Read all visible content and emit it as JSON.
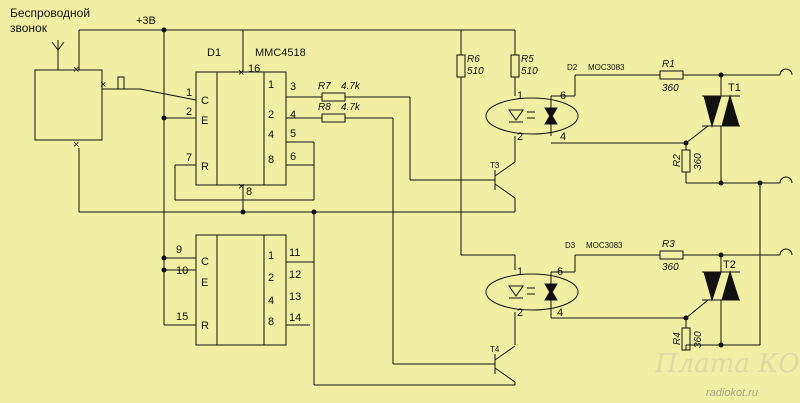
{
  "title_lines": [
    "Беспроводной",
    "звонок"
  ],
  "supply": "+3В",
  "d1": {
    "ref": "D1",
    "part": "ММС4518"
  },
  "chip1": {
    "pins_left": [
      "1",
      "2",
      "7"
    ],
    "pins_right": [
      "3",
      "4",
      "5",
      "8",
      "6"
    ],
    "pin_top": "16",
    "pin_bottom": "8",
    "funcs": [
      "C",
      "E",
      "R"
    ]
  },
  "chip2": {
    "pins_left": [
      "9",
      "10",
      "15"
    ],
    "pins_right": [
      "11",
      "12",
      "13",
      "14"
    ],
    "funcs": [
      "C",
      "E",
      "R"
    ],
    "right_labels": [
      "1",
      "2",
      "4",
      "8"
    ]
  },
  "resistors": {
    "r7": {
      "ref": "R7",
      "val": "4.7k"
    },
    "r8": {
      "ref": "R8",
      "val": "4.7k"
    },
    "r6": {
      "ref": "R6",
      "val": "510"
    },
    "r5": {
      "ref": "R5",
      "val": "510"
    },
    "r1": {
      "ref": "R1",
      "val": "360"
    },
    "r2": {
      "ref": "R2",
      "val": "360"
    },
    "r3": {
      "ref": "R3",
      "val": "360"
    },
    "r4": {
      "ref": "R4",
      "val": "360"
    }
  },
  "opto": {
    "d2": {
      "ref": "D2",
      "part": "MOC3083",
      "pins": [
        "1",
        "2",
        "6",
        "4"
      ]
    },
    "d3": {
      "ref": "D3",
      "part": "MOC3083",
      "pins": [
        "1",
        "2",
        "6",
        "4"
      ]
    }
  },
  "transistors": {
    "t3": "T3",
    "t4": "T4"
  },
  "triacs": {
    "t1": "T1",
    "t2": "T2"
  },
  "watermark": {
    "logo": "Плата КОТ",
    "site": "radiokot.ru"
  }
}
